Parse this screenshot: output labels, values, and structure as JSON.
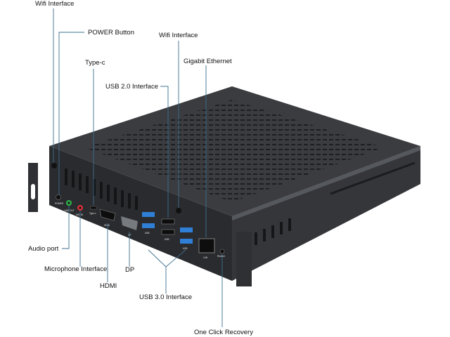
{
  "labels": {
    "wifi_interface_left": "Wifi Interface",
    "power_button": "POWER Button",
    "type_c": "Type-c",
    "wifi_interface_right": "Wifi Interface",
    "gigabit_ethernet": "Gigabit Ethernet",
    "usb2_interface": "USB 2.0 Interface",
    "audio_port": "Audio port",
    "microphone_interface": "Microphone Interface",
    "dp": "DP",
    "hdmi": "HDMI",
    "usb3_interface": "USB 3.0 Interface",
    "one_click_recovery": "One Click Recovery"
  },
  "port_marks": {
    "power": "POWER",
    "line_out": "LINE OUT",
    "mic_in": "MIC IN",
    "type_c": "Type-c",
    "hdmi": "HDMI",
    "dp": "DP",
    "usb_a": "USB",
    "usb_b": "USB",
    "usb_c": "USB",
    "lan": "LAN",
    "restore": "Restore"
  },
  "colors": {
    "chassis_top": "#3a3c40",
    "chassis_front": "#2a2b2e",
    "chassis_side": "#34363a",
    "usb3_blue": "#2f7fd6",
    "audio_green": "#2fb04a",
    "mic_red": "#d8323a",
    "leader_line": "#3c6f8f"
  }
}
